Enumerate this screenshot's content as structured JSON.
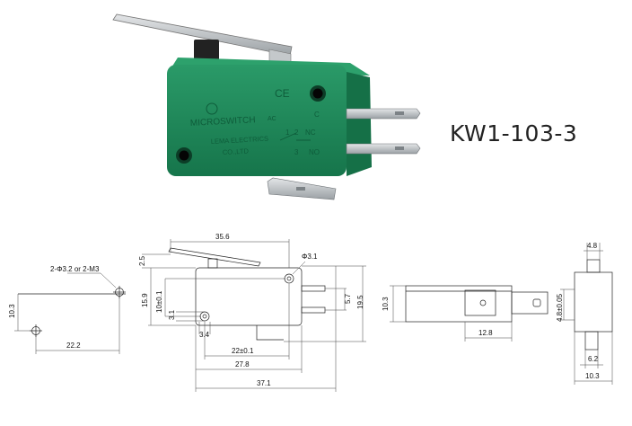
{
  "product": {
    "model": "KW1-103-3",
    "brand_text": "MICROSWITCH",
    "maker_line1": "LEMA ELECTRICS",
    "maker_line2": "CO.,LTD",
    "ce_mark": "CE",
    "terminal_labels": {
      "c": "C",
      "nc": "NC",
      "no": "NO",
      "n1": "1",
      "n2": "2",
      "n3": "3"
    },
    "rating_text": "AC",
    "colors": {
      "body": "#1f8a5c",
      "body_dark": "#166a46",
      "metal": "#b8bcc0",
      "text": "#0e5c3a"
    }
  },
  "drawings": {
    "mounting": {
      "hole_label": "2-Φ3.2 or 2-M3",
      "d_height": "10.3",
      "d_width": "22.2"
    },
    "front": {
      "d_length_overall": "35.6",
      "d_lever_offset": "2.5",
      "d_hole_dia": "Φ3.1",
      "d_body_height": "15.9",
      "d_hole_pitch_v": "10±0.1",
      "d_small_v": "3.1",
      "d_small_h": "3.4",
      "d_hole_pitch": "22±0.1",
      "d_body_length": "27.8",
      "d_total_length": "37.1",
      "d_terminal_gap": "5.7",
      "d_total_height": "19.5"
    },
    "side": {
      "d_height": "10.3",
      "d_terminal": "12.8"
    },
    "end": {
      "d_top": "4.8",
      "d_thickness": "4.8±0.05",
      "d_bottom": "6.2",
      "d_width": "10.3"
    }
  }
}
